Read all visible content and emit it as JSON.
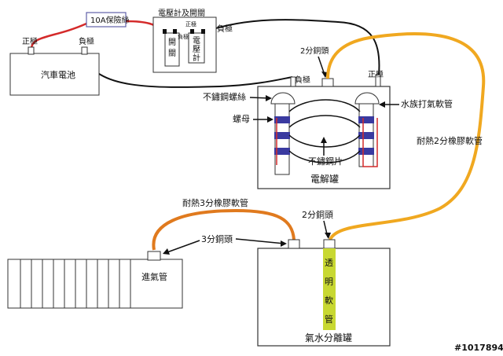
{
  "labels": {
    "battery_pos": "正極",
    "battery_neg": "負極",
    "battery": "汽車電池",
    "fuse": "10A保險絲",
    "meter_switch_title": "電壓計及開關",
    "switch_label": "開關",
    "meter_label": "電壓計",
    "meter_pos": "正極",
    "meter_neg": "負極",
    "meter_out_neg": "負極",
    "tank_neg": "負極",
    "tank_pos": "正極",
    "copper_fitting_top": "2分銅頭",
    "stainless_bolt": "不鏽鋼螺絲",
    "nut": "螺母",
    "aquarium_hose": "水族打氣軟管",
    "stainless_plate": "不鏽鋼片",
    "electrolysis_tank": "電解罐",
    "hose_2": "耐熱2分橡膠軟管",
    "hose_3": "耐熱3分橡膠軟管",
    "copper_fitting_3": "3分銅頭",
    "copper_fitting_2b": "2分銅頭",
    "intake_pipe": "進氣管",
    "clear_hose": [
      "透",
      "明",
      "軟",
      "管"
    ],
    "separator_tank": "氣水分離罐",
    "watermark": "#1017894"
  },
  "colors": {
    "red_wire": "#d42a2a",
    "orange_hose_3": "#e07a1e",
    "orange_hose_2": "#f0a820",
    "blue_nut": "#3a3aa0",
    "clear_hose": "#c8d832",
    "fuse_border": "#6060a8",
    "black_wire": "#111111"
  }
}
